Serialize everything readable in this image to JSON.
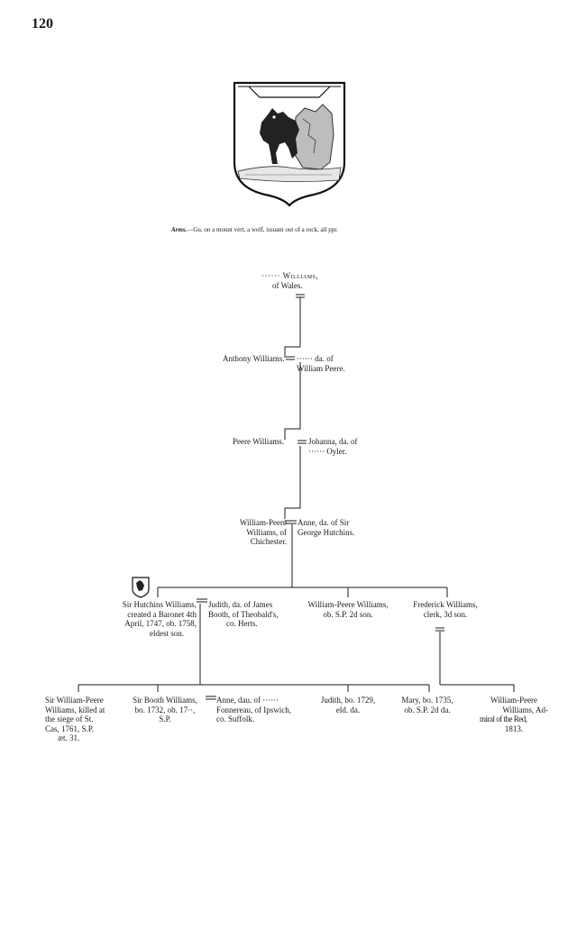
{
  "page_number": "120",
  "arms_caption": {
    "label": "Arms.",
    "text": "—Gu. on a mount vert, a wolf, issuant out of a rock, all ppr."
  },
  "tree": {
    "root": {
      "line1": "······ Williams,",
      "line2": "of Wales."
    },
    "gen1": {
      "husband": "Anthony Williams.",
      "wife_line1": "······  da. of",
      "wife_line2": "William Peere."
    },
    "gen2": {
      "husband": "Peere Williams.",
      "wife_line1": "Johanna, da. of",
      "wife_line2": "······  Oyler."
    },
    "gen3": {
      "husband_line1": "William-Peere",
      "husband_line2": "Williams, of",
      "husband_line3": "Chichester.",
      "wife_line1": "Anne, da. of Sir",
      "wife_line2": "George Hutchins."
    },
    "gen4": {
      "hutchins": [
        "Sir Hutchins Williams,",
        "created a Baronet 4th",
        "April, 1747, ob. 1758,",
        "eldest son."
      ],
      "judith": [
        "Judith, da. of James",
        "Booth, of Theobald's,",
        "co. Herts."
      ],
      "wp_williams": [
        "William-Peere Williams,",
        "ob. S.P. 2d son."
      ],
      "frederick": [
        "Frederick Williams,",
        "clerk, 3d son."
      ]
    },
    "gen5": {
      "sir_wp": [
        "Sir William-Peere",
        "Williams, killed at",
        "the siege of St.",
        "Cas, 1761, S.P.",
        "æt. 31."
      ],
      "sir_booth": [
        "Sir Booth Williams,",
        "bo. 1732, ob. 17··,",
        "S.P."
      ],
      "anne": [
        "Anne, dau. of ······",
        "Fonnereau, of Ipswich,",
        "co. Suffolk."
      ],
      "judith": [
        "Judith, bo. 1729,",
        "eld. da."
      ],
      "mary": [
        "Mary, bo. 1735,",
        "ob. S.P. 2d da."
      ],
      "wp_admiral": [
        "William-Peere",
        "Williams, Ad-",
        "miral of the Red,",
        "1813."
      ]
    }
  }
}
